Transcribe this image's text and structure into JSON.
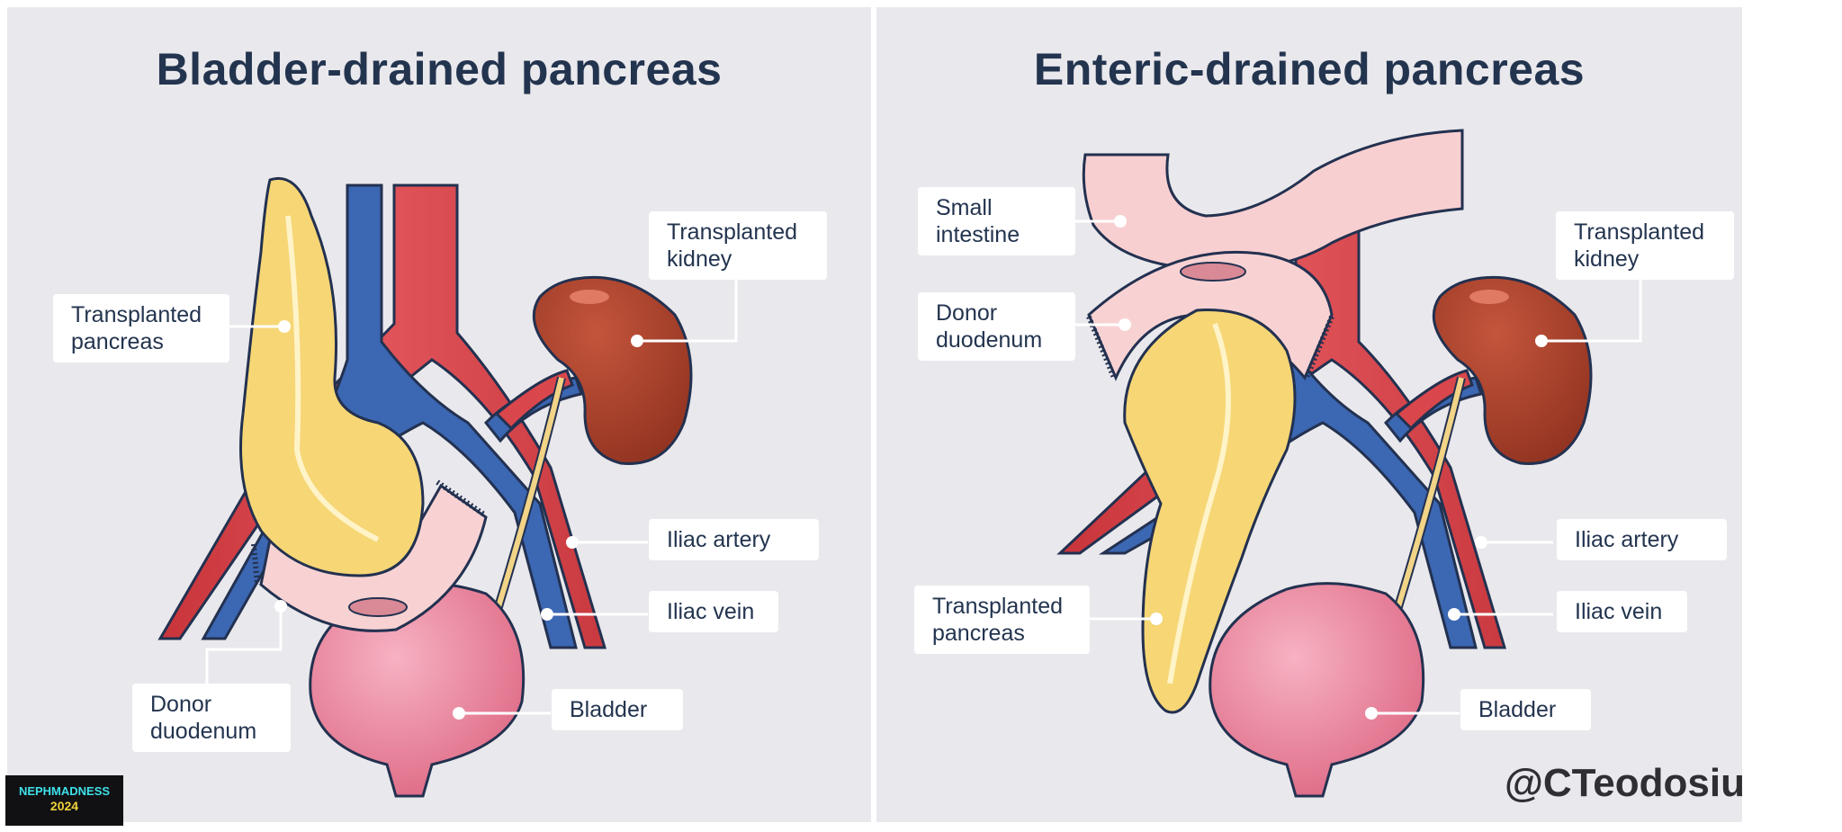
{
  "panels": {
    "left": {
      "title": "Bladder-drained pancreas",
      "labels": {
        "pancreas": "Transplanted\npancreas",
        "kidney": "Transplanted\nkidney",
        "artery": "Iliac artery",
        "vein": "Iliac vein",
        "bladder": "Bladder",
        "duodenum": "Donor\nduodenum"
      }
    },
    "right": {
      "title": "Enteric-drained pancreas",
      "labels": {
        "intestine": "Small\nintestine",
        "duodenum": "Donor\nduodenum",
        "kidney": "Transplanted\nkidney",
        "artery": "Iliac artery",
        "vein": "Iliac vein",
        "pancreas": "Transplanted\npancreas",
        "bladder": "Bladder"
      }
    }
  },
  "watermark": "@CTeodosiu",
  "logo": {
    "line1": "NEPHMADNESS",
    "line2": "2024"
  },
  "colors": {
    "background": "#e9e8ec",
    "title": "#23344f",
    "artery": "#d9474c",
    "vein": "#3b67b3",
    "pancreas": "#f6d675",
    "kidney": "#a9402d",
    "bladder": "#e67f97",
    "duodenum": "#f8d2d3"
  }
}
